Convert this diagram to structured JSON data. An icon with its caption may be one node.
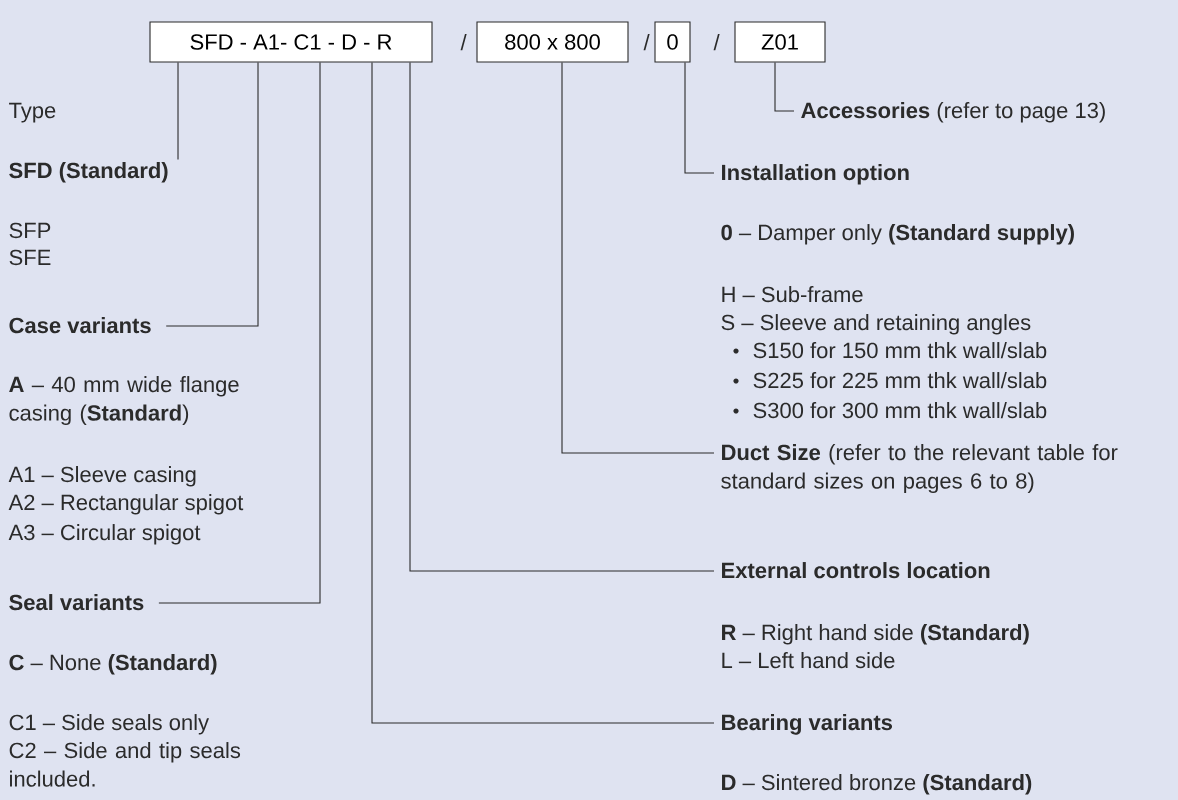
{
  "diagram": {
    "nodes": [
      {
        "text": [
          "SFD - A1- C1 - D - R"
        ]
      },
      {
        "text": [
          "800 x 800"
        ]
      },
      {
        "text": [
          "0"
        ]
      },
      {
        "text": [
          "Z01"
        ]
      },
      {
        "text": [
          "SFD (Standard)"
        ]
      },
      {
        "text": [
          "Case variants"
        ]
      },
      {
        "text": [
          "Seal variants"
        ]
      },
      {
        "text": [
          "Bearing variants"
        ]
      },
      {
        "text": [
          "External controls location"
        ]
      },
      {
        "text": [
          "**Duct Size** (refer to the relevant table for standard sizes on pages 6 to 8)"
        ]
      },
      {
        "text": [
          "Installation option"
        ]
      },
      {
        "text": [
          "**Accessories** (refer to page 13)"
        ]
      }
    ],
    "edges": [
      {
        "from": 0,
        "to": 4,
        "arrow": "none"
      },
      {
        "from": 0,
        "to": 5,
        "arrow": "none"
      },
      {
        "from": 0,
        "to": 6,
        "arrow": "none"
      },
      {
        "from": 0,
        "to": 7,
        "arrow": "none"
      },
      {
        "from": 0,
        "to": 8,
        "arrow": "none"
      },
      {
        "from": 1,
        "to": 9,
        "arrow": "none"
      },
      {
        "from": 2,
        "to": 10,
        "arrow": "none"
      },
      {
        "from": 3,
        "to": 11,
        "arrow": "none"
      }
    ],
    "labels": [
      "/",
      "/",
      "/",
      "Type",
      "SFP",
      "SFE",
      "**A** – 40 mm wide flange casing (**Standard**)",
      "A1 – Sleeve casing",
      "A2 – Rectangular spigot",
      "A3 – Circular spigot",
      "**C** – None **(Standard)**",
      "C1 – Side seals only",
      "C2 – Side and tip seals included.",
      "**0** – Damper only **(Standard supply)**",
      "H – Sub-frame",
      "S – Sleeve and retaining angles",
      "S150 for 150 mm thk wall/slab",
      "S225 for 225 mm thk wall/slab",
      "S300 for 300 mm thk wall/slab",
      "**R** – Right hand side **(Standard)**",
      "L – Left hand side",
      "**D** – Sintered bronze **(Standard)**"
    ]
  }
}
